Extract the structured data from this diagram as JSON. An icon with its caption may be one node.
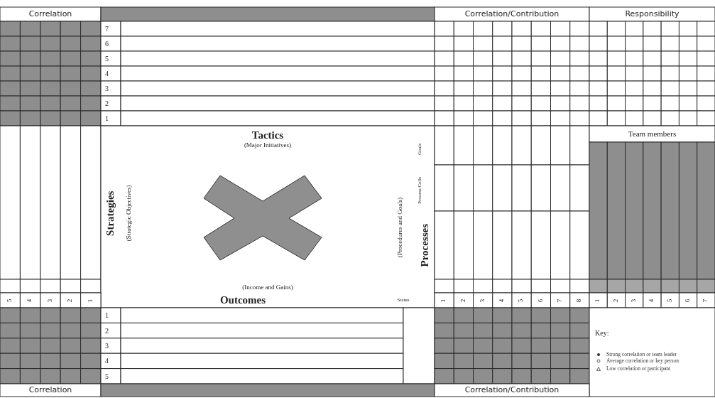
{
  "diagram": {
    "nodes": [
      {
        "text": [],
        "shape": "cross"
      }
    ],
    "labels": [
      "Correlation",
      "Correlation/Contribution",
      "Responsibility",
      "7",
      "6",
      "5",
      "4",
      "3",
      "2",
      "1",
      "Tactics",
      "(Major Initiatives)",
      "Team members",
      "Goals",
      "Strategies",
      "(Strategic Objectives)",
      "Process Cells",
      "(Procedures and Goals)",
      "Processes",
      "(Income and Gains)",
      "5",
      "4",
      "3",
      "2",
      "1",
      "Outcomes",
      "Status",
      "1",
      "2",
      "3",
      "4",
      "5",
      "6",
      "7",
      "8",
      "1",
      "2",
      "3",
      "4",
      "5",
      "6",
      "7",
      "1",
      "2",
      "3",
      "4",
      "5",
      "Key:",
      "Correlation",
      "Correlation/Contribution"
    ],
    "legend": [
      {
        "text": "Strong correlation or team leader"
      },
      {
        "text": "Average correlation or key person"
      },
      {
        "text": "Low correlation or participant"
      }
    ]
  }
}
